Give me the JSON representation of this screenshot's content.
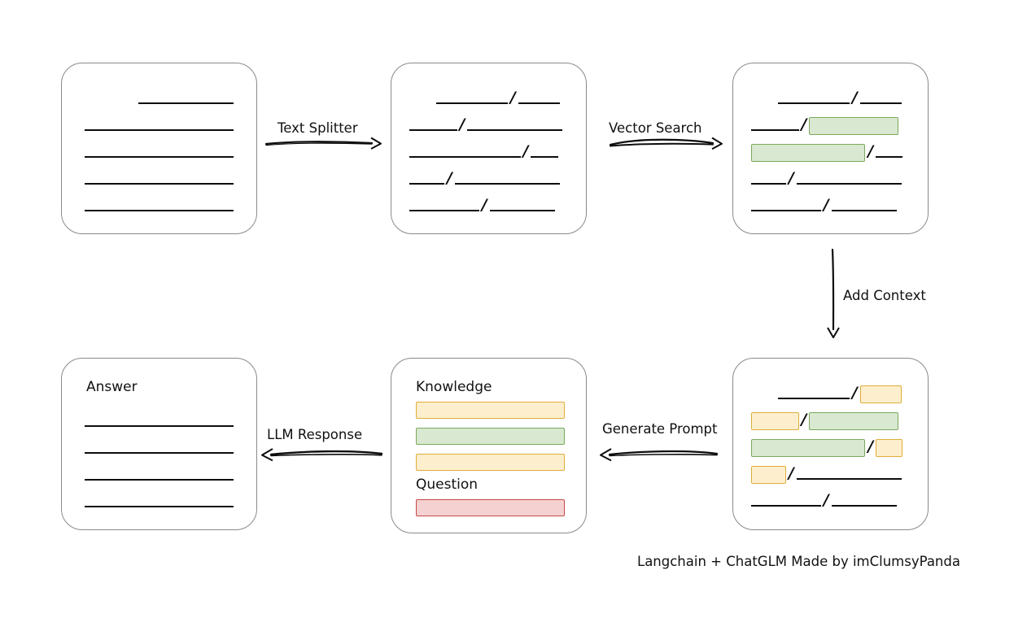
{
  "diagram": {
    "caption": "Langchain + ChatGLM Made by imClumsyPanda",
    "colors": {
      "highlight_green_fill": "#d9e8d0",
      "highlight_green_border": "#7aa95c",
      "highlight_yellow_fill": "#fdefcd",
      "highlight_yellow_border": "#e0ad3a",
      "highlight_red_fill": "#f5d2d1",
      "highlight_red_border": "#c44b49",
      "box_border": "#8a8a8a",
      "line": "#0d0d0d"
    },
    "edges": [
      {
        "id": "text-splitter",
        "label": "Text Splitter",
        "direction": "right"
      },
      {
        "id": "vector-search",
        "label": "Vector Search",
        "direction": "right"
      },
      {
        "id": "add-context",
        "label": "Add Context",
        "direction": "down"
      },
      {
        "id": "generate-prompt",
        "label": "Generate Prompt",
        "direction": "left"
      },
      {
        "id": "llm-response",
        "label": "LLM Response",
        "direction": "left"
      }
    ],
    "nodes": {
      "source_document": {
        "id": "source-document",
        "title": "",
        "rows": [
          [
            {
              "type": "spacer",
              "w": 36
            },
            {
              "type": "line",
              "w": 64
            }
          ],
          [
            {
              "type": "line",
              "w": 100
            }
          ],
          [
            {
              "type": "line",
              "w": 100
            }
          ],
          [
            {
              "type": "line",
              "w": 100
            }
          ],
          [
            {
              "type": "line",
              "w": 100
            }
          ]
        ]
      },
      "split_document": {
        "id": "split-document",
        "title": "",
        "rows": [
          [
            {
              "type": "spacer",
              "w": 17
            },
            {
              "type": "line",
              "w": 45
            },
            {
              "type": "slash"
            },
            {
              "type": "line",
              "w": 26
            }
          ],
          [
            {
              "type": "line",
              "w": 30
            },
            {
              "type": "slash"
            },
            {
              "type": "line",
              "w": 60
            }
          ],
          [
            {
              "type": "line",
              "w": 70
            },
            {
              "type": "slash"
            },
            {
              "type": "line",
              "w": 17
            }
          ],
          [
            {
              "type": "line",
              "w": 22
            },
            {
              "type": "slash"
            },
            {
              "type": "line",
              "w": 66
            }
          ],
          [
            {
              "type": "line",
              "w": 44
            },
            {
              "type": "slash"
            },
            {
              "type": "line",
              "w": 41
            }
          ]
        ]
      },
      "search_result": {
        "id": "search-result",
        "title": "",
        "rows": [
          [
            {
              "type": "spacer",
              "w": 17
            },
            {
              "type": "line",
              "w": 45
            },
            {
              "type": "slash"
            },
            {
              "type": "line",
              "w": 26
            }
          ],
          [
            {
              "type": "line",
              "w": 30
            },
            {
              "type": "slash"
            },
            {
              "type": "highlight",
              "color": "green",
              "w": 56
            }
          ],
          [
            {
              "type": "highlight",
              "color": "green",
              "w": 72
            },
            {
              "type": "slash"
            },
            {
              "type": "line",
              "w": 17
            }
          ],
          [
            {
              "type": "line",
              "w": 22
            },
            {
              "type": "slash"
            },
            {
              "type": "line",
              "w": 66
            }
          ],
          [
            {
              "type": "line",
              "w": 44
            },
            {
              "type": "slash"
            },
            {
              "type": "line",
              "w": 41
            }
          ]
        ]
      },
      "context_document": {
        "id": "context-document",
        "title": "",
        "rows": [
          [
            {
              "type": "spacer",
              "w": 17
            },
            {
              "type": "line",
              "w": 45
            },
            {
              "type": "slash"
            },
            {
              "type": "highlight",
              "color": "yellow",
              "w": 26
            }
          ],
          [
            {
              "type": "highlight",
              "color": "yellow",
              "w": 30
            },
            {
              "type": "slash"
            },
            {
              "type": "highlight",
              "color": "green",
              "w": 56
            }
          ],
          [
            {
              "type": "highlight",
              "color": "green",
              "w": 72
            },
            {
              "type": "slash"
            },
            {
              "type": "highlight",
              "color": "yellow",
              "w": 17
            }
          ],
          [
            {
              "type": "highlight",
              "color": "yellow",
              "w": 22
            },
            {
              "type": "slash"
            },
            {
              "type": "line",
              "w": 66
            }
          ],
          [
            {
              "type": "line",
              "w": 44
            },
            {
              "type": "slash"
            },
            {
              "type": "line",
              "w": 41
            }
          ]
        ]
      },
      "prompt": {
        "id": "prompt",
        "knowledge_label": "Knowledge",
        "question_label": "Question",
        "knowledge_bars": [
          {
            "color": "yellow"
          },
          {
            "color": "green"
          },
          {
            "color": "yellow"
          }
        ],
        "question_bars": [
          {
            "color": "red"
          }
        ]
      },
      "answer": {
        "id": "answer",
        "title": "Answer",
        "rows": [
          [
            {
              "type": "line",
              "w": 100
            }
          ],
          [
            {
              "type": "line",
              "w": 100
            }
          ],
          [
            {
              "type": "line",
              "w": 100
            }
          ],
          [
            {
              "type": "line",
              "w": 100
            }
          ]
        ]
      }
    }
  }
}
